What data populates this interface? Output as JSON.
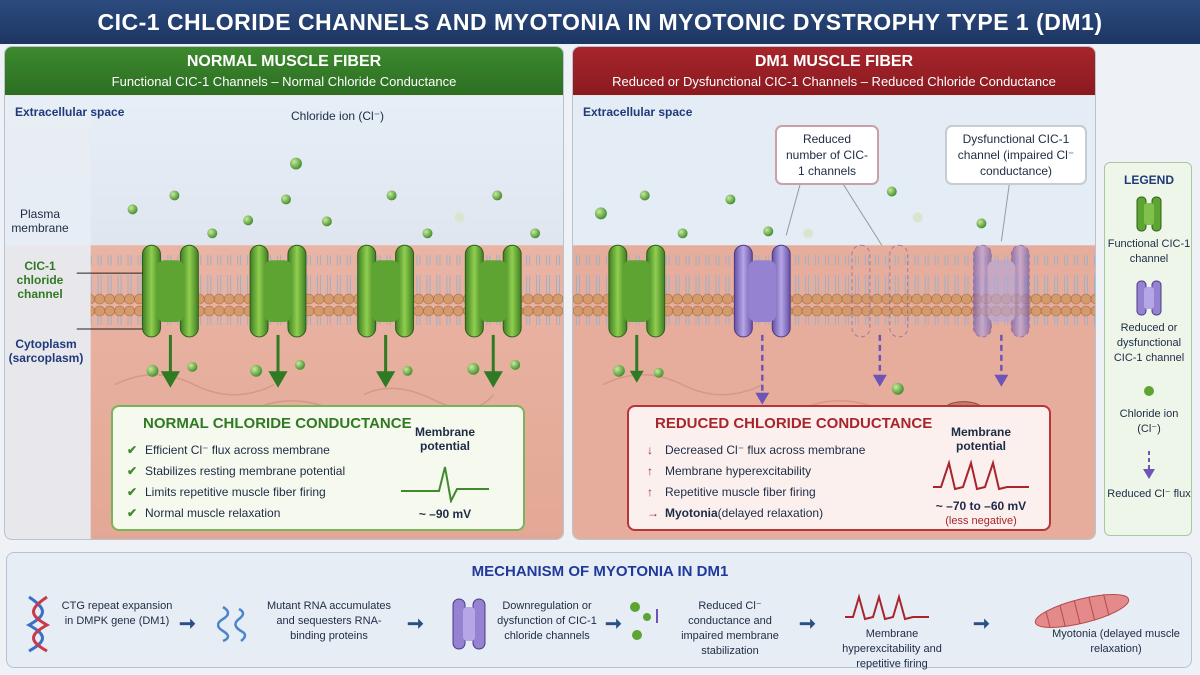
{
  "title": "CIC-1 CHLORIDE CHANNELS AND MYOTONIA IN MYOTONIC DYSTROPHY TYPE 1 (DM1)",
  "normal": {
    "heading": "NORMAL MUSCLE FIBER",
    "subheading": "Functional CIC-1 Channels – Normal Chloride Conductance",
    "extracellular": "Extracellular space",
    "chloride_label": "Chloride ion (Cl⁻)",
    "plasma_membrane": "Plasma membrane",
    "channel_label": "CIC-1 chloride channel",
    "cytoplasm": "Cytoplasm (sarcoplasm)",
    "box_title": "NORMAL CHLORIDE CONDUCTANCE",
    "bullets": [
      "Efficient Cl⁻ flux across membrane",
      "Stabilizes resting membrane potential",
      "Limits repetitive muscle fiber firing",
      "Normal muscle relaxation"
    ],
    "potential_label": "Membrane potential",
    "potential_value": "~ –90 mV"
  },
  "dm1": {
    "heading": "DM1 MUSCLE FIBER",
    "subheading": "Reduced or Dysfunctional CIC-1 Channels – Reduced Chloride Conductance",
    "extracellular": "Extracellular space",
    "callout_reduced": "Reduced number of CIC-1 channels",
    "callout_dysfunctional": "Dysfunctional CIC-1 channel (impaired Cl⁻ conductance)",
    "box_title": "REDUCED CHLORIDE CONDUCTANCE",
    "bullets": [
      {
        "mark": "↓",
        "text": "Decreased Cl⁻ flux across membrane"
      },
      {
        "mark": "↑",
        "text": "Membrane hyperexcitability"
      },
      {
        "mark": "↑",
        "text": "Repetitive muscle fiber firing"
      },
      {
        "mark": "→",
        "bold": "Myotonia",
        "text": " (delayed relaxation)"
      }
    ],
    "potential_label": "Membrane potential",
    "potential_value": "~ –70 to –60 mV",
    "potential_note": "(less negative)"
  },
  "legend": {
    "title": "LEGEND",
    "items": [
      "Functional CIC-1 channel",
      "Reduced or dysfunctional CIC-1 channel",
      "Chloride ion (Cl⁻)",
      "Reduced Cl⁻ flux"
    ]
  },
  "mechanism": {
    "title": "MECHANISM OF MYOTONIA IN DM1",
    "steps": [
      "CTG repeat expansion in DMPK gene (DM1)",
      "Mutant RNA accumulates and sequesters RNA-binding proteins",
      "Downregulation or dysfunction of CIC-1 chloride channels",
      "Reduced Cl⁻ conductance and impaired membrane stabilization",
      "Membrane hyperexcitability and repetitive firing",
      "Myotonia (delayed muscle relaxation)"
    ]
  },
  "colors": {
    "green": "#3f8a2c",
    "red": "#a8252c",
    "purple": "#8a74c4",
    "navy": "#1d3663"
  }
}
